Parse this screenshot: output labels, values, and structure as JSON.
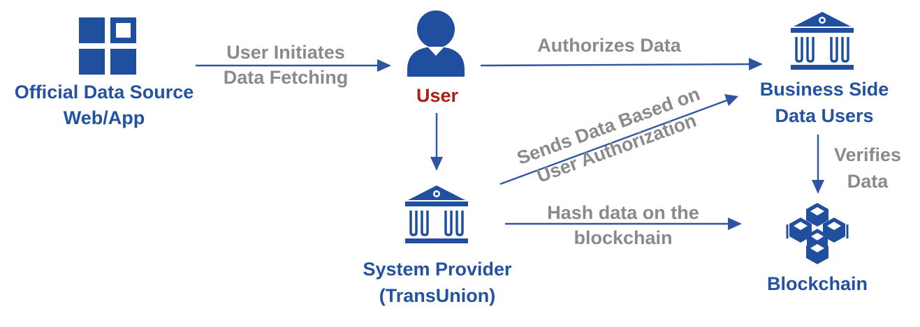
{
  "colors": {
    "node_blue": "#2353a0",
    "icon_blue": "#1f4f9e",
    "user_red": "#b01c17",
    "edge_gray": "#8a8a8a",
    "arrow_blue": "#2d55a3"
  },
  "nodes": {
    "official_source": {
      "icon": "grid-window-icon",
      "label_line1": "Official Data Source",
      "label_line2": "Web/App"
    },
    "user": {
      "icon": "user-person-icon",
      "label": "User"
    },
    "business": {
      "icon": "bank-building-icon",
      "label_line1": "Business Side",
      "label_line2": "Data Users"
    },
    "provider": {
      "icon": "bank-building-icon",
      "label_line1": "System Provider",
      "label_line2": "(TransUnion)"
    },
    "blockchain": {
      "icon": "blockchain-cubes-icon",
      "label": "Blockchain"
    }
  },
  "edges": {
    "initiates": {
      "line1": "User Initiates",
      "line2": "Data Fetching"
    },
    "authorizes": {
      "line1": "Authorizes Data"
    },
    "sends": {
      "line1": "Sends Data Based on",
      "line2": "User Authorization"
    },
    "verifies": {
      "line1": "Verifies",
      "line2": "Data"
    },
    "hash": {
      "line1": "Hash data on the",
      "line2": "blockchain"
    }
  }
}
